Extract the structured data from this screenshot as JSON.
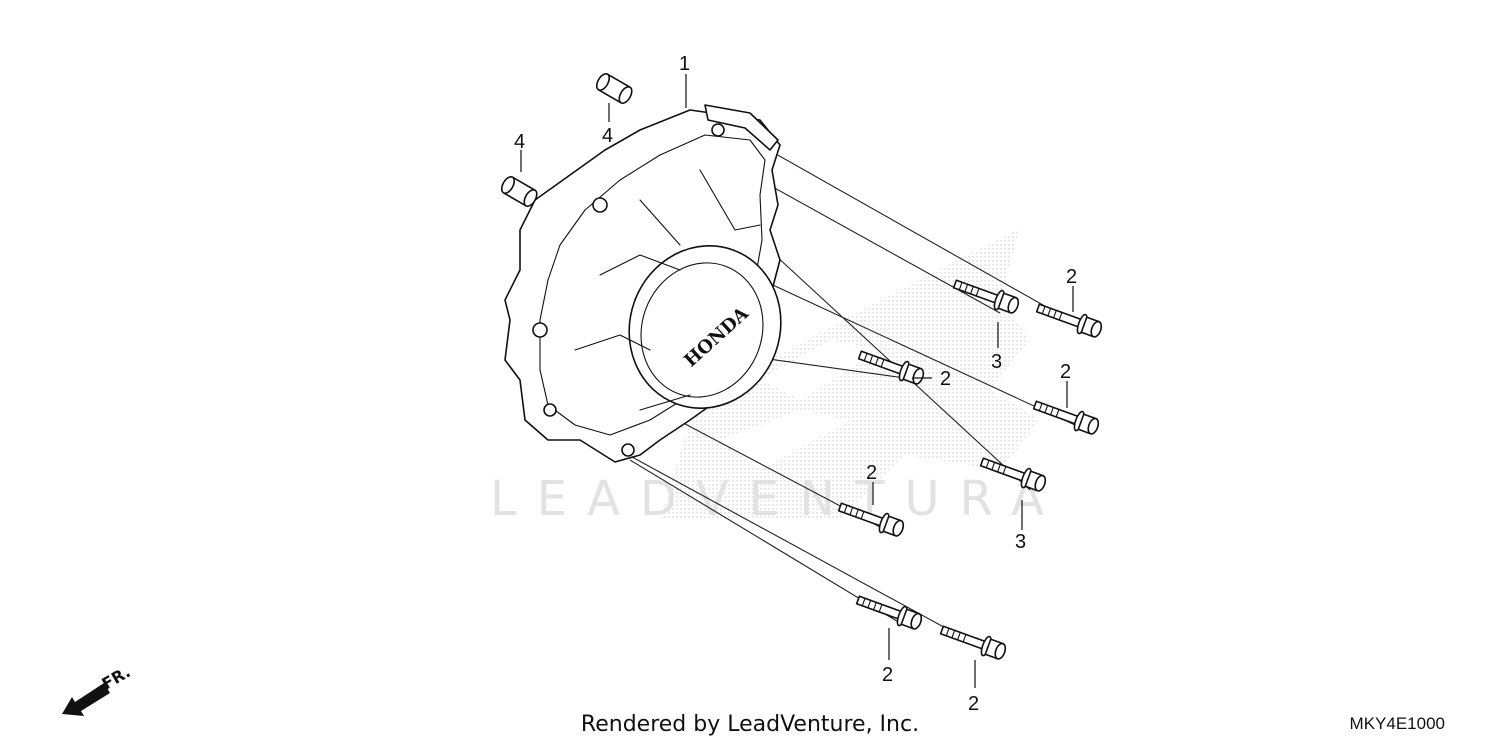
{
  "diagram": {
    "watermark": "LEADVENTURA",
    "logo_text": "HONDA",
    "direction_label": "FR.",
    "callouts": [
      {
        "id": "c1",
        "label": "1"
      },
      {
        "id": "c4a",
        "label": "4"
      },
      {
        "id": "c4b",
        "label": "4"
      },
      {
        "id": "c2a",
        "label": "2"
      },
      {
        "id": "c3a",
        "label": "3"
      },
      {
        "id": "c2b",
        "label": "2"
      },
      {
        "id": "c2c",
        "label": "2"
      },
      {
        "id": "c2d",
        "label": "2"
      },
      {
        "id": "c3b",
        "label": "3"
      },
      {
        "id": "c2e",
        "label": "2"
      },
      {
        "id": "c2f",
        "label": "2"
      }
    ],
    "footer": "Rendered by LeadVenture, Inc.",
    "reference_code": "MKY4E1000"
  }
}
